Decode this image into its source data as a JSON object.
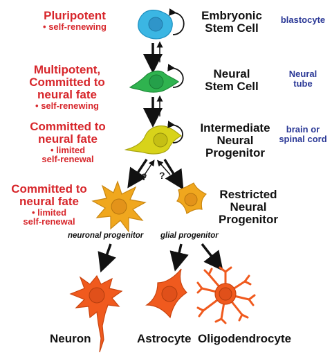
{
  "levels": [
    {
      "potency_title": "Pluripotent",
      "potency_notes": [
        "self-renewing"
      ],
      "cell_name": [
        "Embryonic",
        "Stem Cell"
      ],
      "location": [
        "blastocyte"
      ],
      "color": "#3bb6e3"
    },
    {
      "potency_title": [
        "Multipotent,",
        "Committed to",
        "neural fate"
      ],
      "potency_notes": [
        "self-renewing"
      ],
      "cell_name": [
        "Neural",
        "Stem Cell"
      ],
      "location": [
        "Neural",
        "tube"
      ],
      "color": "#2fb34f"
    },
    {
      "potency_title": [
        "Committed to",
        "neural fate"
      ],
      "potency_notes": [
        "limited",
        "self-renewal"
      ],
      "cell_name": [
        "Intermediate",
        "Neural",
        "Progenitor"
      ],
      "location": [
        "brain or",
        "spinal cord"
      ],
      "color": "#d8d31a"
    },
    {
      "potency_title": [
        "Committed to",
        "neural fate"
      ],
      "potency_notes": [
        "limited",
        "self-renewal"
      ],
      "cell_name": [
        "Restricted",
        "Neural",
        "Progenitor"
      ],
      "color": "#f0a71e"
    }
  ],
  "progenitor_labels": [
    "neuronal progenitor",
    "glial progenitor"
  ],
  "question_marks": [
    "?",
    "?"
  ],
  "final_cells": [
    "Neuron",
    "Astrocyte",
    "Oligodendrocyte"
  ],
  "colors": {
    "potency_text": "#d7262b",
    "location_text": "#2a3896",
    "final_cell": "#f05a1e"
  }
}
